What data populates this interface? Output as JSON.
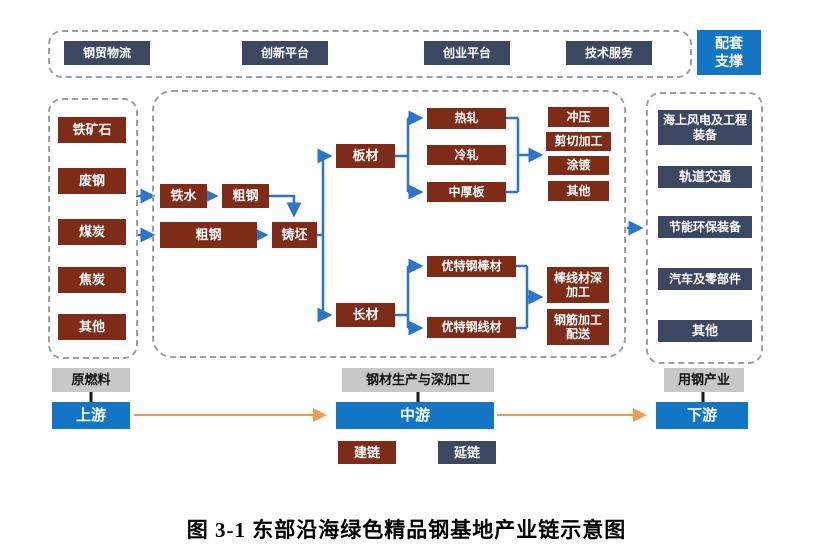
{
  "support": {
    "items": [
      "钢贸物流",
      "创新平台",
      "创业平台",
      "技术服务"
    ],
    "badge_line1": "配套",
    "badge_line2": "支撑"
  },
  "inputs": {
    "items": [
      "铁矿石",
      "废钢",
      "煤炭",
      "焦炭",
      "其他"
    ]
  },
  "midstream": {
    "hot_metal": "铁水",
    "crude_steel_a": "粗钢",
    "crude_steel_b": "粗钢",
    "billet": "铸坯",
    "plate": "板材",
    "long_products": "长材",
    "plate_mills": [
      "热轧",
      "冷轧",
      "中厚板"
    ],
    "plate_processing": [
      "冲压",
      "剪切加工",
      "涂镀",
      "其他"
    ],
    "long_mills": [
      "优特钢棒材",
      "优特钢线材"
    ],
    "long_processing": [
      "棒线材深加工",
      "钢筋加工配送"
    ]
  },
  "downstream": {
    "items": [
      "海上风电及工程装备",
      "轨道交通",
      "节能环保装备",
      "汽车及零部件",
      "其他"
    ]
  },
  "chain": {
    "upstream_label": "原燃料",
    "upstream": "上游",
    "midstream_label": "钢材生产与深加工",
    "midstream": "中游",
    "downstream_label": "用钢产业",
    "downstream": "下游",
    "legend_build": "建链",
    "legend_extend": "延链"
  },
  "caption": "图 3-1  东部沿海绿色精品钢基地产业链示意图",
  "colors": {
    "maroon": "#7E2B17",
    "navy": "#3C4861",
    "blue": "#1276C4",
    "gray": "#C8C8C8",
    "orange": "#EE9B55",
    "connector_blue": "#2E74C8"
  }
}
